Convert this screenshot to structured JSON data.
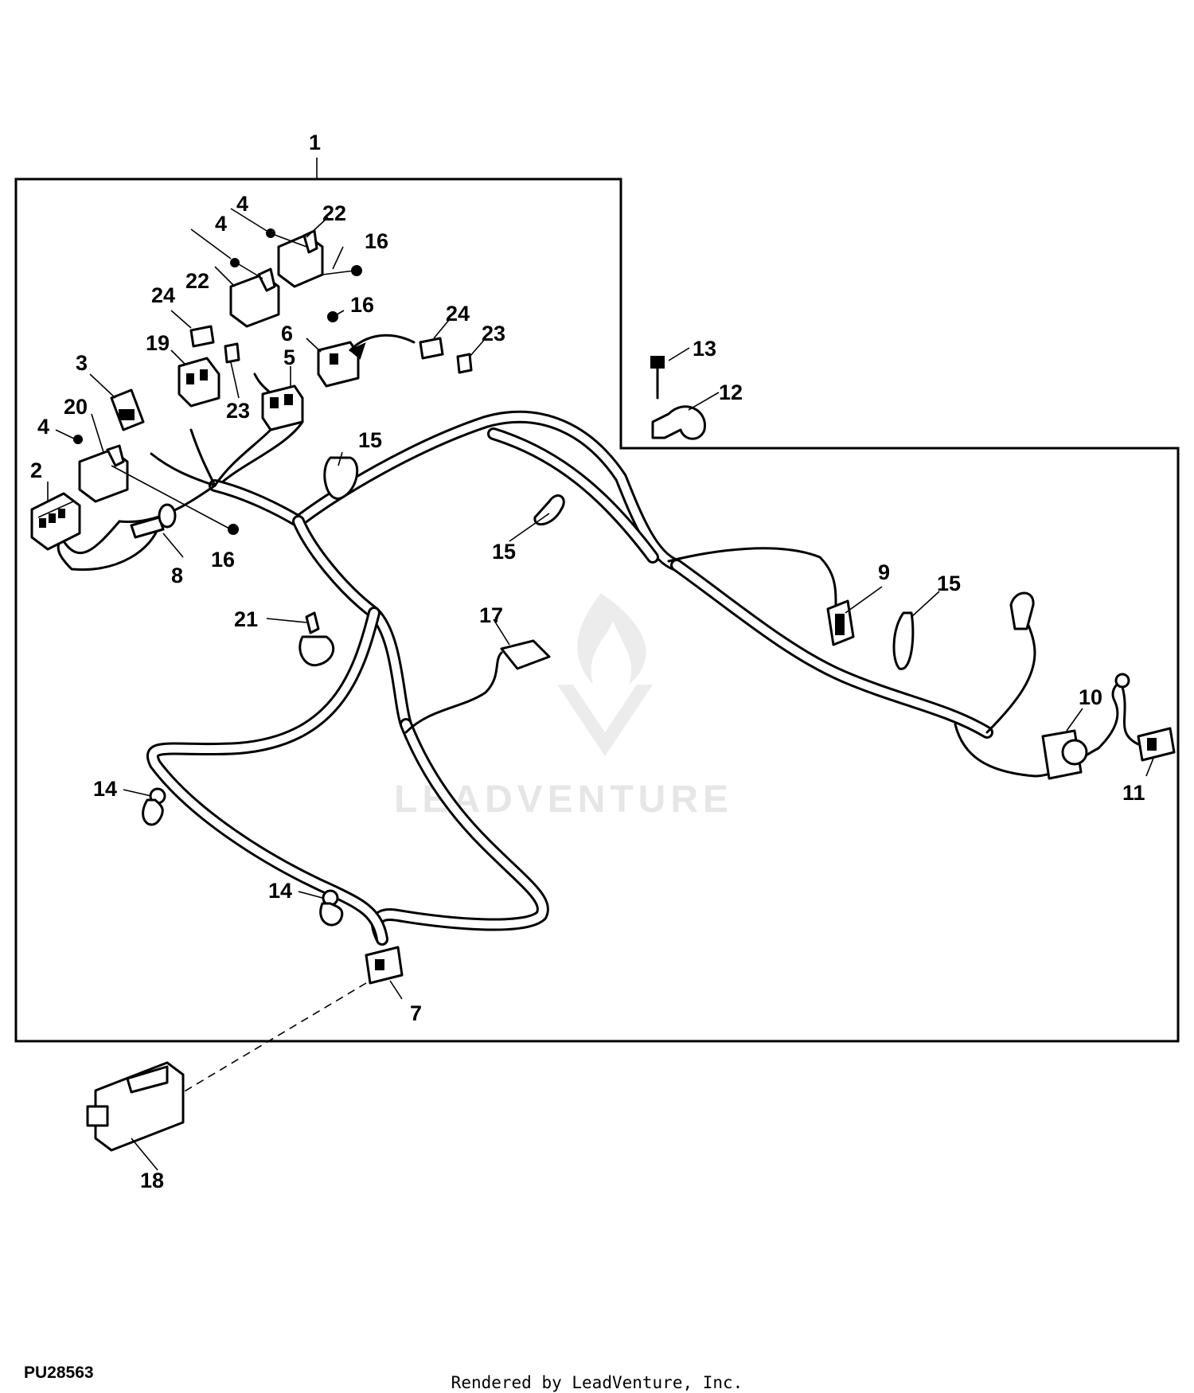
{
  "figure_id": "PU28563",
  "render_credit": "Rendered by LeadVenture, Inc.",
  "watermark": "LEADVENTURE",
  "callouts": {
    "c1": "1",
    "c2": "2",
    "c3": "3",
    "c4a": "4",
    "c4b": "4",
    "c4c": "4",
    "c5": "5",
    "c6": "6",
    "c7": "7",
    "c8": "8",
    "c9": "9",
    "c10": "10",
    "c11": "11",
    "c12": "12",
    "c13": "13",
    "c14a": "14",
    "c14b": "14",
    "c15a": "15",
    "c15b": "15",
    "c15c": "15",
    "c16a": "16",
    "c16b": "16",
    "c16c": "16",
    "c17": "17",
    "c18": "18",
    "c19": "19",
    "c20": "20",
    "c21": "21",
    "c22a": "22",
    "c22b": "22",
    "c23a": "23",
    "c23b": "23",
    "c24a": "24",
    "c24b": "24"
  }
}
